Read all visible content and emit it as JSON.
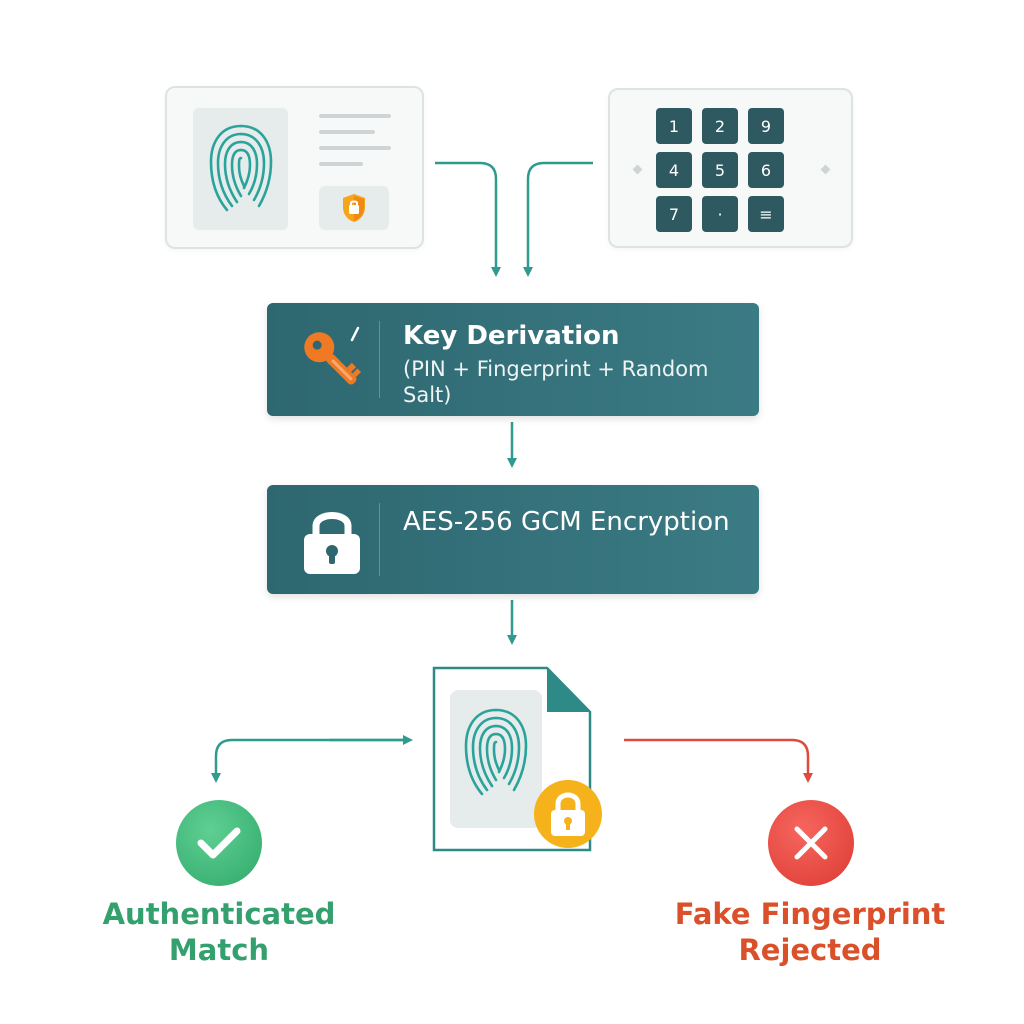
{
  "colors": {
    "teal_connector": "#2f9b8f",
    "process_box": "#2e6770",
    "success": "#2fa96a",
    "success_text": "#33a06e",
    "reject": "#dc3a33",
    "reject_text": "#d9502a",
    "accent_orange": "#f07a24",
    "accent_gold": "#f6b21a"
  },
  "inputs": {
    "fingerprint_card": {
      "icon": "fingerprint-icon",
      "badge_icon": "shield-icon"
    },
    "pin_card": {
      "icon": "keypad-icon",
      "keys": [
        "1",
        "2",
        "9",
        "4",
        "5",
        "6",
        "7",
        "·",
        "≡"
      ]
    }
  },
  "steps": {
    "key_derivation": {
      "icon": "key-icon",
      "title": "Key Derivation",
      "subtitle": "(PIN + Fingerprint + Random Salt)"
    },
    "encryption": {
      "icon": "lock-icon",
      "title": "AES-256 GCM Encryption"
    }
  },
  "encrypted_template": {
    "icon": "encrypted-fingerprint-file-icon",
    "badge_icon": "lock-icon"
  },
  "outcomes": {
    "success": {
      "icon": "checkmark-icon",
      "label": "Authenticated Match"
    },
    "failure": {
      "icon": "x-icon",
      "label": "Fake Fingerprint Rejected"
    }
  }
}
